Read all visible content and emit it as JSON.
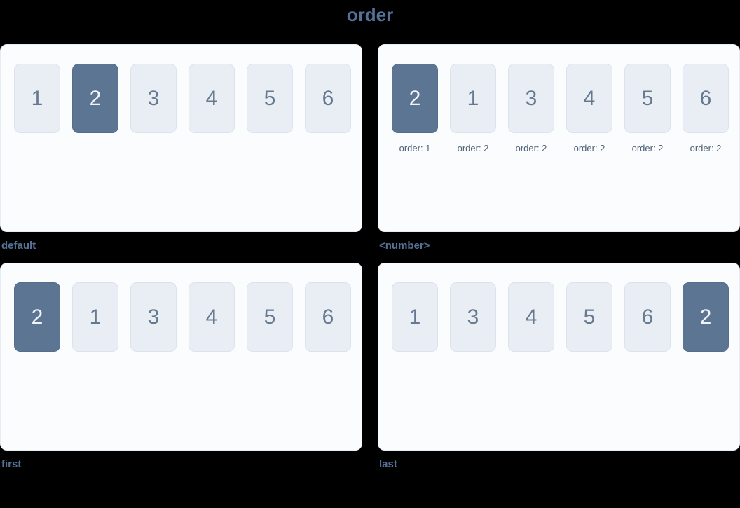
{
  "page": {
    "title": "order"
  },
  "colors": {
    "background": "#000000",
    "accent": "#567197",
    "panel_bg": "#fbfcfe",
    "panel_border": "#e7ecf3",
    "box_bg": "#e9eef5",
    "box_border": "#dce3ed",
    "box_text": "#66798f",
    "highlight_bg": "#5b7593",
    "highlight_border": "#546d8a",
    "highlight_text": "#f1f5f9",
    "sub_text": "#4c6076"
  },
  "panels": [
    {
      "label": "default",
      "items": [
        {
          "value": "1",
          "highlight": false
        },
        {
          "value": "2",
          "highlight": true
        },
        {
          "value": "3",
          "highlight": false
        },
        {
          "value": "4",
          "highlight": false
        },
        {
          "value": "5",
          "highlight": false
        },
        {
          "value": "6",
          "highlight": false
        }
      ]
    },
    {
      "label": "<number>",
      "items": [
        {
          "value": "2",
          "highlight": true,
          "sub": "order: 1"
        },
        {
          "value": "1",
          "highlight": false,
          "sub": "order: 2"
        },
        {
          "value": "3",
          "highlight": false,
          "sub": "order: 2"
        },
        {
          "value": "4",
          "highlight": false,
          "sub": "order: 2"
        },
        {
          "value": "5",
          "highlight": false,
          "sub": "order: 2"
        },
        {
          "value": "6",
          "highlight": false,
          "sub": "order: 2"
        }
      ]
    },
    {
      "label": "first",
      "items": [
        {
          "value": "2",
          "highlight": true
        },
        {
          "value": "1",
          "highlight": false
        },
        {
          "value": "3",
          "highlight": false
        },
        {
          "value": "4",
          "highlight": false
        },
        {
          "value": "5",
          "highlight": false
        },
        {
          "value": "6",
          "highlight": false
        }
      ]
    },
    {
      "label": "last",
      "items": [
        {
          "value": "1",
          "highlight": false
        },
        {
          "value": "3",
          "highlight": false
        },
        {
          "value": "4",
          "highlight": false
        },
        {
          "value": "5",
          "highlight": false
        },
        {
          "value": "6",
          "highlight": false
        },
        {
          "value": "2",
          "highlight": true
        }
      ]
    }
  ]
}
